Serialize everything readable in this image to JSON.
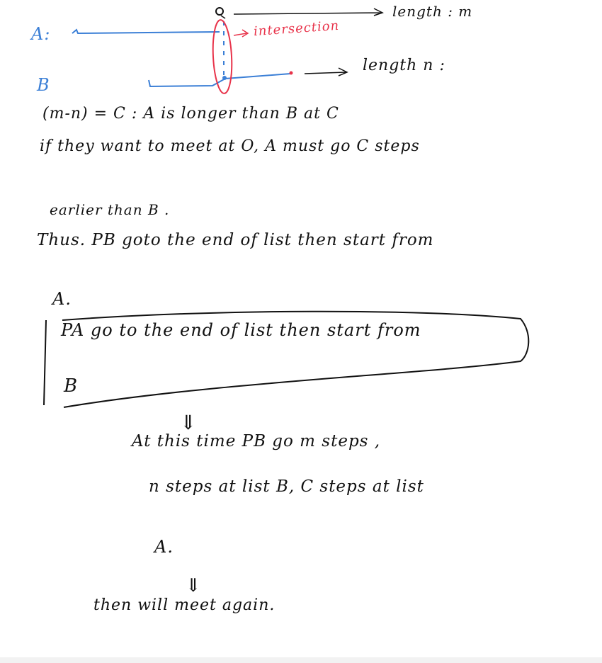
{
  "diagram": {
    "label_a": "A:",
    "label_b": "B",
    "label_o": "O",
    "length_m": "length : m",
    "length_n": "length n :",
    "intersection": "intersection",
    "colors": {
      "ink": "#111111",
      "blue": "#3b7fd6",
      "red": "#e8334a"
    }
  },
  "notes": {
    "line1": "(m-n) = C  :   A is longer than B at C",
    "line2": "if they want to meet at O,   A must go C steps",
    "line3": "earlier than   B .",
    "line4": "Thus. PB goto the end of list then start from",
    "line5": "A.",
    "box_line1": "PA go to the end of list then start from",
    "box_line2": "B",
    "arrow1": "⇓",
    "line6": "At this time PB go m steps ,",
    "line7": "n steps at list B,  C steps at list",
    "line8": "A.",
    "arrow2": "⇓",
    "line9": "then will meet again."
  }
}
